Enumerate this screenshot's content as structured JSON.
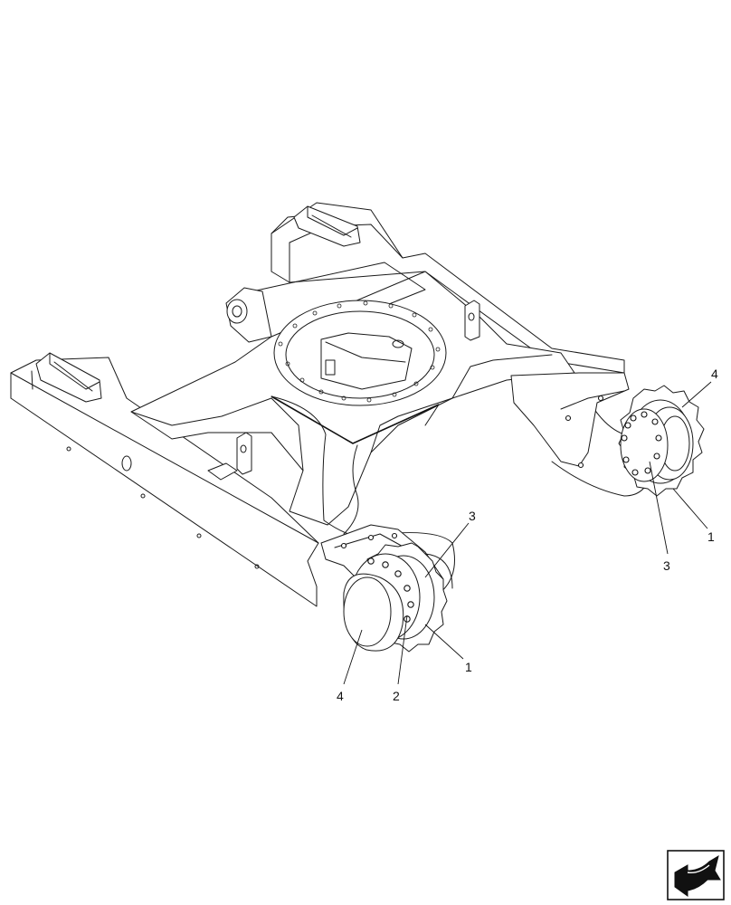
{
  "callouts": {
    "right_4": "4",
    "right_1": "1",
    "right_3": "3",
    "left_3": "3",
    "left_1": "1",
    "left_4": "4",
    "left_2": "2"
  },
  "nav_icon": "page-turn-arrow-icon",
  "colors": {
    "line": "#1a1a1a",
    "background": "#ffffff"
  }
}
